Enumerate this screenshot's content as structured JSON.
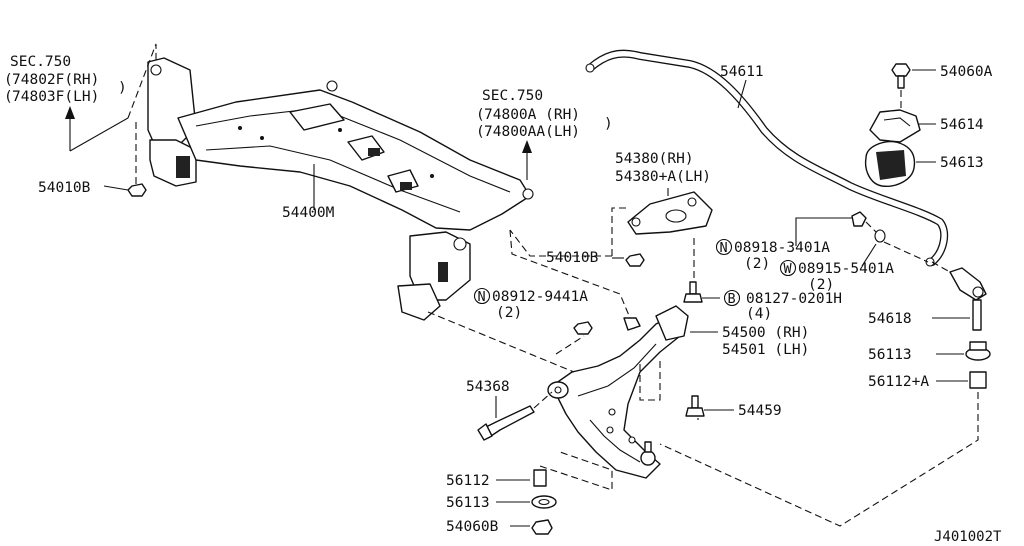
{
  "sections": {
    "left": {
      "sec": "SEC.750",
      "rh": "74802F(RH)",
      "lh": "74803F(LH)"
    },
    "center": {
      "sec": "SEC.750",
      "rh": "74800A (RH)",
      "lh": "74800AA(LH)"
    }
  },
  "labels": {
    "p54010b_left": "54010B",
    "p54400m": "54400M",
    "p54611": "54611",
    "p54060a": "54060A",
    "p54614": "54614",
    "p54613": "54613",
    "p54380_rh": "54380(RH)",
    "p54380_lh": "54380+A(LH)",
    "p54010b_mid": "54010B",
    "p08918_num": "08918-3401A",
    "p08918_qty": "(2)",
    "p08918_prefix": "N",
    "p08915_num": "08915-5401A",
    "p08915_qty": "(2)",
    "p08915_prefix": "W",
    "p08912_num": "08912-9441A",
    "p08912_qty": "(2)",
    "p08912_prefix": "N",
    "p08127_num": "08127-0201H",
    "p08127_qty": "(4)",
    "p08127_prefix": "B",
    "p54618": "54618",
    "p54500_rh": "54500 (RH)",
    "p54501_lh": "54501 (LH)",
    "p56113_right": "56113",
    "p56112a": "56112+A",
    "p54368": "54368",
    "p54459": "54459",
    "p56112": "56112",
    "p56113_left": "56113",
    "p54060b": "54060B"
  },
  "diagram_code": "J401002T"
}
